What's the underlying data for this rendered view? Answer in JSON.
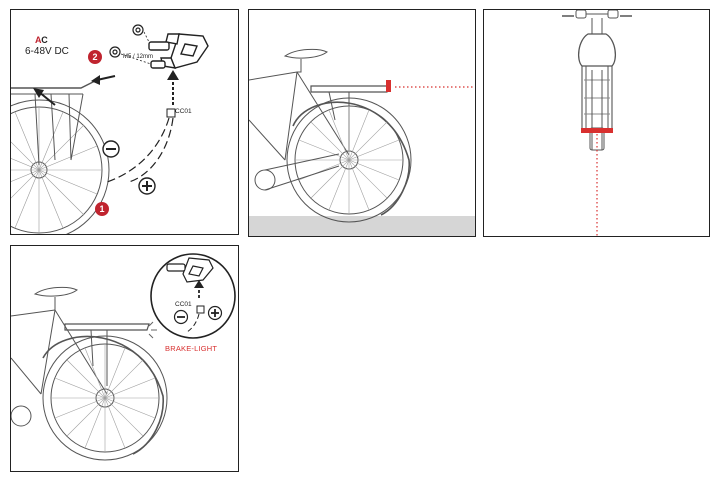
{
  "colors": {
    "accent_red": "#c0242f",
    "brake_red": "#d8302f",
    "line": "#222222",
    "ground": "#d6d6d6"
  },
  "panel1": {
    "ac_letter_a": "A",
    "ac_letter_c": "C",
    "voltage": "6-48V DC",
    "screw_spec": "M5 / 12mm",
    "connector": "CC01",
    "step_two": "2",
    "step_one": "1",
    "minus_icon": "minus-circle-icon",
    "plus_icon": "plus-circle-icon"
  },
  "panel4": {
    "connector": "CC01",
    "brake_label": "BRAKE-LIGHT",
    "minus_icon": "minus-circle-icon",
    "plus_icon": "plus-circle-icon"
  }
}
